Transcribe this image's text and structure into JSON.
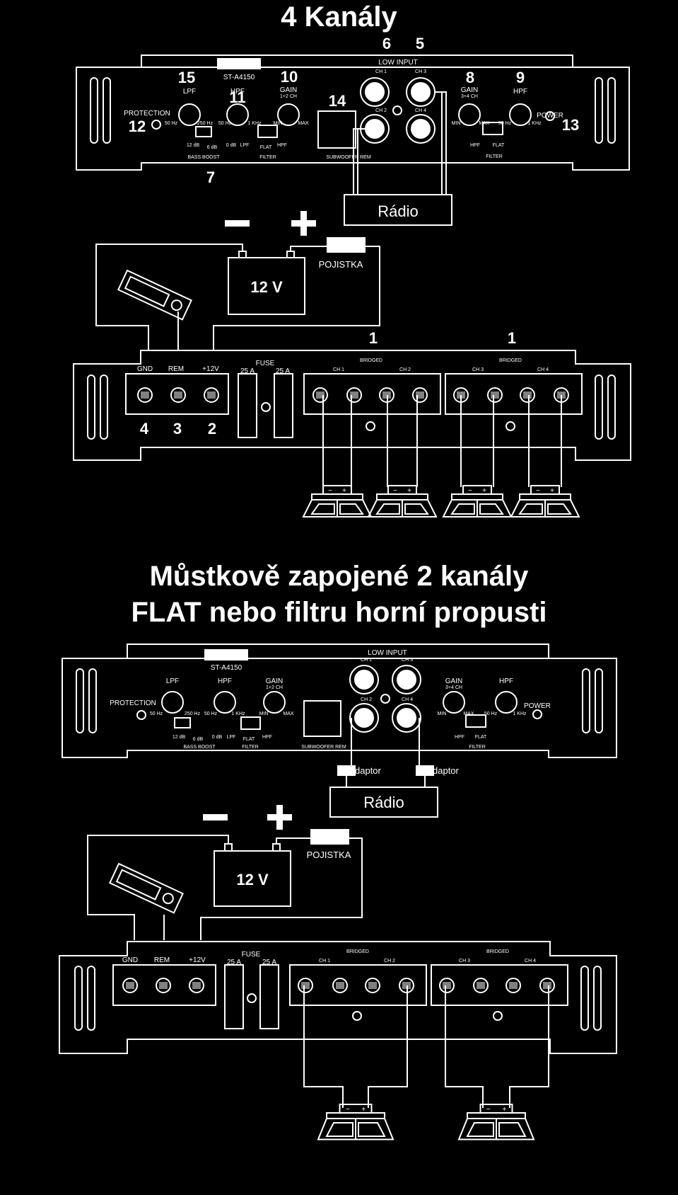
{
  "title_top": "4 Kanály",
  "title_bridged_line1": "Můstkově zapojené 2 kanály",
  "title_bridged_line2": "FLAT nebo filtru horní propusti",
  "panel": {
    "model": "ST-A4150",
    "protection": "PROTECTION",
    "power": "POWER",
    "lpf": "LPF",
    "hpf": "HPF",
    "gain12": "GAIN",
    "gain12_sub": "1+2 CH",
    "gain34": "GAIN",
    "gain34_sub": "3+4 CH",
    "low_input": "LOW  INPUT",
    "ch1": "CH 1",
    "ch2": "CH 2",
    "ch3": "CH 3",
    "ch4": "CH 4",
    "sub_rem": "SUBWOOFER REM",
    "bass_boost": "BASS BOOST",
    "filter": "FILTER",
    "hz50": "50 Hz",
    "hz250": "250 Hz",
    "khz1": "1 KHz",
    "min": "MIN",
    "max": "MAX",
    "db12": "12 dB",
    "db6": "6 dB",
    "db0": "0 dB",
    "lpf_sw": "LPF",
    "flat_sw": "FLAT",
    "hpf_sw": "HPF"
  },
  "numbers": {
    "n15": "15",
    "n11": "11",
    "n10": "10",
    "n14": "14",
    "n6": "6",
    "n5": "5",
    "n8": "8",
    "n9": "9",
    "n12": "12",
    "n13": "13",
    "n7": "7",
    "n1a": "1",
    "n1b": "1",
    "n4": "4",
    "n3": "3",
    "n2": "2"
  },
  "radio": "Rádio",
  "adaptor_left": "daptor",
  "adaptor_right": "daptor",
  "battery": "12 V",
  "fuse_label": "POJISTKA",
  "terminals": {
    "gnd": "GND",
    "rem": "REM",
    "v12": "+12V",
    "fuse": "FUSE",
    "a25_left": "25 A",
    "a25_right": "25 A",
    "bridged": "BRIDGED",
    "minus": "−",
    "plus": "+"
  },
  "colors": {
    "background": "#000000",
    "line": "#ffffff"
  }
}
